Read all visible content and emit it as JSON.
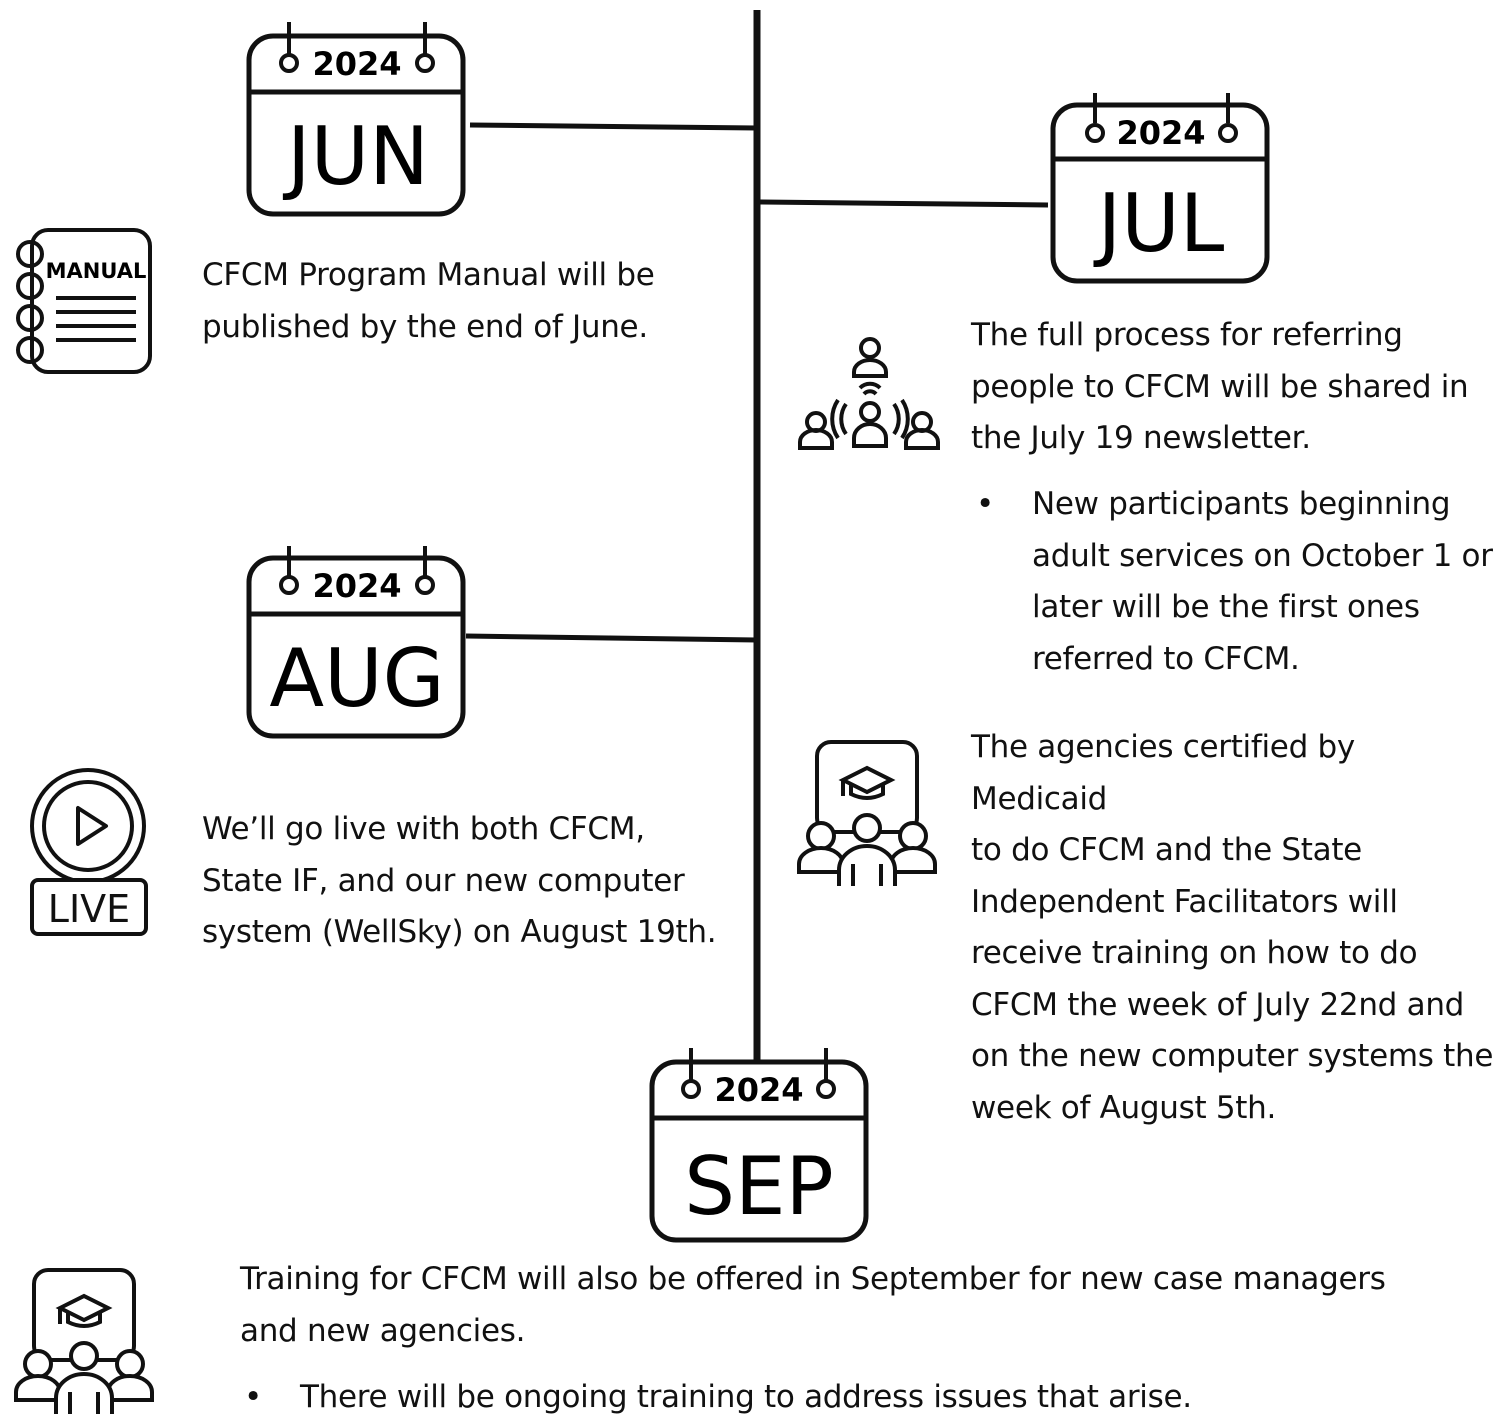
{
  "timeline": [
    {
      "month": "JUN",
      "year": "2024",
      "icon": "manual-notebook-icon",
      "icon_label": "MANUAL",
      "text": [
        "CFCM Program Manual will be",
        "published by the end of June."
      ]
    },
    {
      "month": "JUL",
      "year": "2024",
      "icon": "referral-network-icon",
      "text": [
        "The full process for referring",
        "people to CFCM will be shared in",
        "the July 19 newsletter."
      ],
      "bullet": {
        "marker": "•",
        "lines": [
          "New participants beginning",
          "adult services on October 1 or",
          "later will be the first ones",
          "referred to CFCM."
        ]
      },
      "sub_icon": "training-group-icon",
      "sub_text": [
        "The agencies certified by Medicaid",
        "to do CFCM and the State",
        "Independent Facilitators will",
        "receive training on how to do",
        "CFCM the week of July 22nd and",
        "on the new computer systems the",
        "week of August 5th."
      ]
    },
    {
      "month": "AUG",
      "year": "2024",
      "icon": "live-play-icon",
      "icon_label": "LIVE",
      "text": [
        "We’ll go live with both CFCM,",
        "State IF, and our new computer",
        "system (WellSky) on August 19th."
      ]
    },
    {
      "month": "SEP",
      "year": "2024",
      "icon": "training-group-icon",
      "text": [
        "Training for CFCM will also be offered in September for new case managers",
        "and new agencies."
      ],
      "bullet": {
        "marker": "•",
        "lines": [
          "There will be ongoing training to address issues that arise."
        ]
      }
    }
  ],
  "colors": {
    "line": "#111111",
    "text": "#111111",
    "background": "#ffffff"
  }
}
